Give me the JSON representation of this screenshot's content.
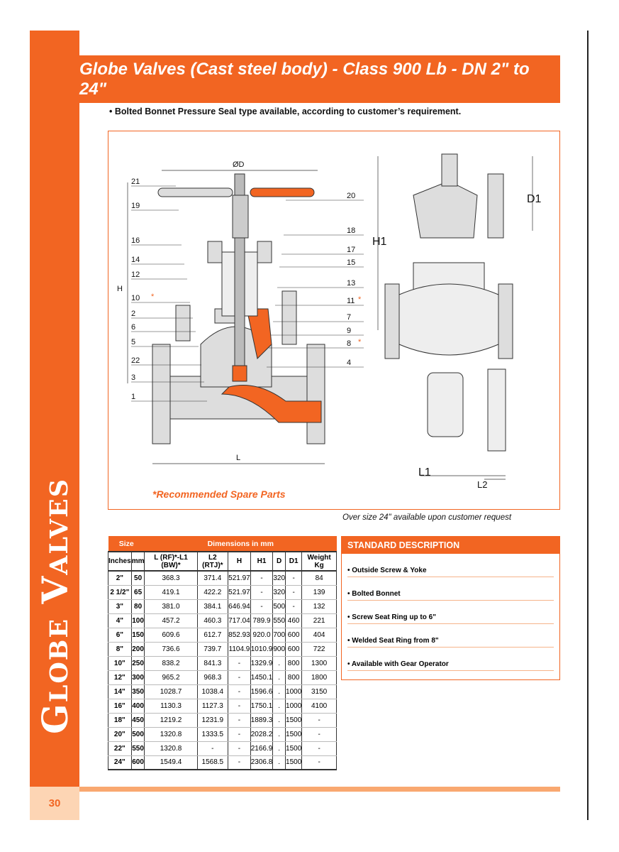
{
  "title": "Globe Valves (Cast steel body) - Class 900 Lb - DN 2\" to 24\"",
  "subtitle": "• Bolted Bonnet Pressure Seal type available, according to customer’s requirement.",
  "side_title": "Globe Valves",
  "page_number": "30",
  "drawing": {
    "spare_parts": "*Recommended Spare Parts",
    "left_callouts": [
      "21",
      "19",
      "16",
      "14",
      "12",
      "10",
      "2",
      "6",
      "5",
      "22",
      "3",
      "1"
    ],
    "right_callouts": [
      "20",
      "18",
      "17",
      "15",
      "13",
      "11",
      "7",
      "9",
      "8",
      "4"
    ],
    "dims": {
      "od": "ØD",
      "h": "H",
      "l": "L",
      "h1": "H1",
      "d1": "D1",
      "l1": "L1",
      "l2": "L2"
    },
    "star": "*"
  },
  "note": "Over size 24\" available upon customer request",
  "table": {
    "group_headers": [
      "Size",
      "Dimensions in mm"
    ],
    "columns": [
      "Inches",
      "mm",
      "L (RF)*-L1 (BW)*",
      "L2 (RTJ)*",
      "H",
      "H1",
      "D",
      "D1",
      "Weight Kg"
    ],
    "rows": [
      [
        "2\"",
        "50",
        "368.3",
        "371.4",
        "521.97",
        "-",
        "320",
        "-",
        "84"
      ],
      [
        "2 1/2\"",
        "65",
        "419.1",
        "422.2",
        "521.97",
        "-",
        "320",
        "-",
        "139"
      ],
      [
        "3\"",
        "80",
        "381.0",
        "384.1",
        "646.94",
        "-",
        "500",
        "-",
        "132"
      ],
      [
        "4\"",
        "100",
        "457.2",
        "460.3",
        "717.04",
        "789.9",
        "550",
        "460",
        "221"
      ],
      [
        "6\"",
        "150",
        "609.6",
        "612.7",
        "852.93",
        "920.0",
        "700",
        "600",
        "404"
      ],
      [
        "8\"",
        "200",
        "736.6",
        "739.7",
        "1104.9",
        "1010.9",
        "900",
        "600",
        "722"
      ],
      [
        "10\"",
        "250",
        "838.2",
        "841.3",
        "-",
        "1329.9",
        ".",
        "800",
        "1300"
      ],
      [
        "12\"",
        "300",
        "965.2",
        "968.3",
        "-",
        "1450.1",
        ".",
        "800",
        "1800"
      ],
      [
        "14\"",
        "350",
        "1028.7",
        "1038.4",
        "-",
        "1596.6",
        ".",
        "1000",
        "3150"
      ],
      [
        "16\"",
        "400",
        "1130.3",
        "1127.3",
        "-",
        "1750.1",
        ".",
        "1000",
        "4100"
      ],
      [
        "18\"",
        "450",
        "1219.2",
        "1231.9",
        "-",
        "1889.3",
        ".",
        "1500",
        "-"
      ],
      [
        "20\"",
        "500",
        "1320.8",
        "1333.5",
        "-",
        "2028.2",
        ".",
        "1500",
        "-"
      ],
      [
        "22\"",
        "550",
        "1320.8",
        "-",
        "-",
        "2166.9",
        ".",
        "1500",
        "-"
      ],
      [
        "24\"",
        "600",
        "1549.4",
        "1568.5",
        "-",
        "2306.8",
        ".",
        "1500",
        "-"
      ]
    ]
  },
  "standard_description": {
    "title": "STANDARD  DESCRIPTION",
    "items": [
      "• Outside Screw & Yoke",
      "• Bolted Bonnet",
      "• Screw Seat Ring up to 6\"",
      "• Welded Seat Ring from 8\"",
      "• Available with Gear Operator"
    ]
  },
  "colors": {
    "accent": "#f26522",
    "light_accent": "#fdd5b4"
  }
}
